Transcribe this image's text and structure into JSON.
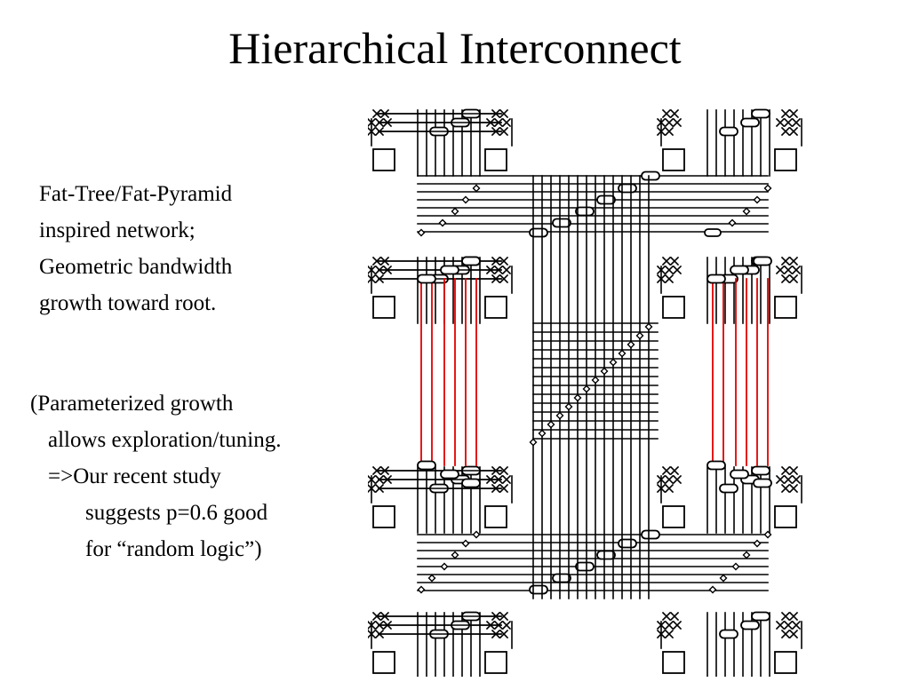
{
  "title": "Hierarchical Interconnect",
  "description": [
    "Fat-Tree/Fat-Pyramid",
    "inspired network;",
    "Geometric bandwidth",
    "growth toward root."
  ],
  "note": [
    "(Parameterized growth",
    "allows exploration/tuning.",
    "=>Our recent study",
    "suggests p=0.6 good",
    "for “random logic”)"
  ],
  "colors": {
    "wire": "#000000",
    "highlight_wire": "#e00000",
    "background": "#ffffff"
  }
}
